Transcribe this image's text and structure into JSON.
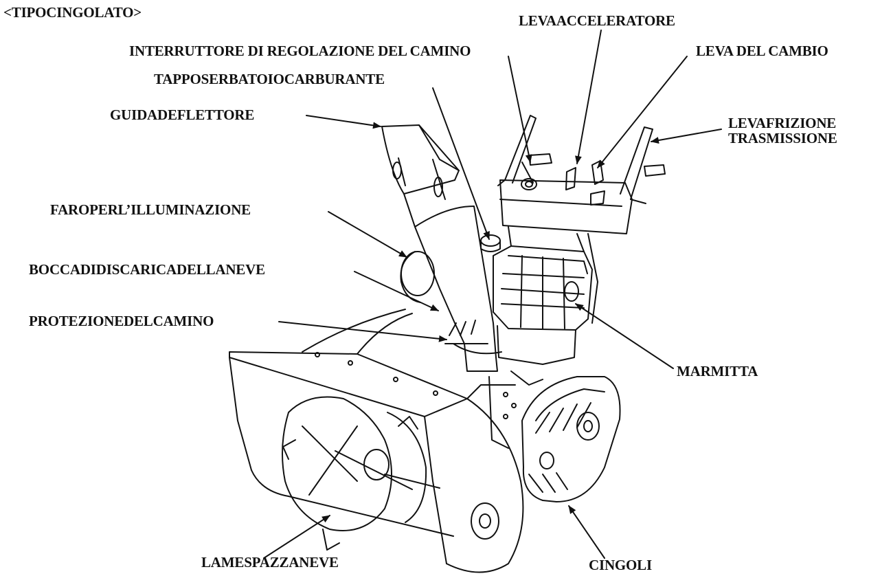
{
  "diagram": {
    "heading": "<TIPOCINGOLATO>",
    "ink_color": "#111111",
    "background": "#ffffff",
    "labels": {
      "throttle_lever": "LEVAACCELERATORE",
      "chute_switch": "INTERRUTTORE DI REGOLAZIONE DEL CAMINO",
      "shift_lever": "LEVA DEL CAMBIO",
      "fuel_cap": "TAPPOSERBATOIOCARBURANTE",
      "deflector_guide": "GUIDADEFLETTORE",
      "clutch_line1": "LEVAFRIZIONE",
      "clutch_line2": "TRASMISSIONE",
      "headlight": "FAROPERL’ILLUMINAZIONE",
      "discharge_chute": "BOCCADIDISCARICADELLANEVE",
      "chute_guard": "PROTEZIONEDELCAMINO",
      "muffler": "MARMITTA",
      "auger": "LAMESPAZZANEVE",
      "tracks": "CINGOLI"
    }
  }
}
